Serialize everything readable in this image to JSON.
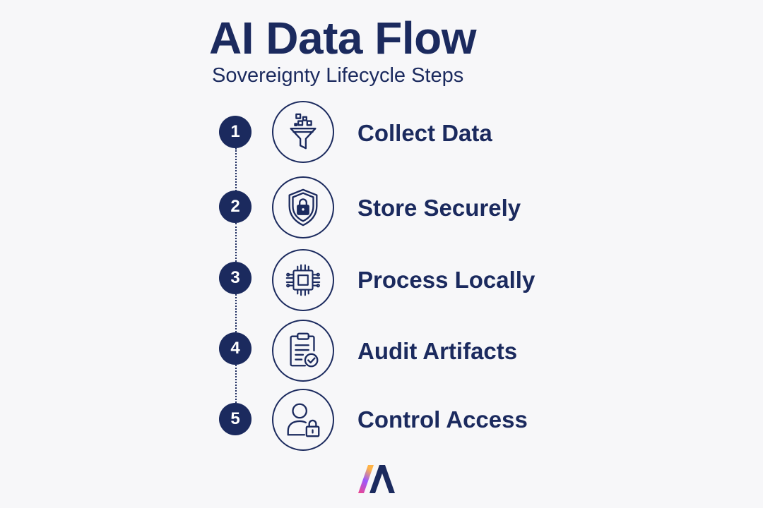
{
  "header": {
    "title": "AI Data Flow",
    "subtitle": "Sovereignty Lifecycle Steps"
  },
  "steps": [
    {
      "number": "1",
      "label": "Collect Data",
      "icon": "funnel-icon"
    },
    {
      "number": "2",
      "label": "Store Securely",
      "icon": "shield-lock-icon"
    },
    {
      "number": "3",
      "label": "Process Locally",
      "icon": "cpu-chip-icon"
    },
    {
      "number": "4",
      "label": "Audit Artifacts",
      "icon": "clipboard-check-icon"
    },
    {
      "number": "5",
      "label": "Control Access",
      "icon": "user-lock-icon"
    }
  ],
  "logo": {
    "icon": "brand-logo-icon"
  },
  "colors": {
    "primary": "#1b2a5e",
    "background": "#f7f7f9",
    "logo_gradient": [
      "#f0458a",
      "#9b59ff",
      "#ffb347"
    ]
  }
}
